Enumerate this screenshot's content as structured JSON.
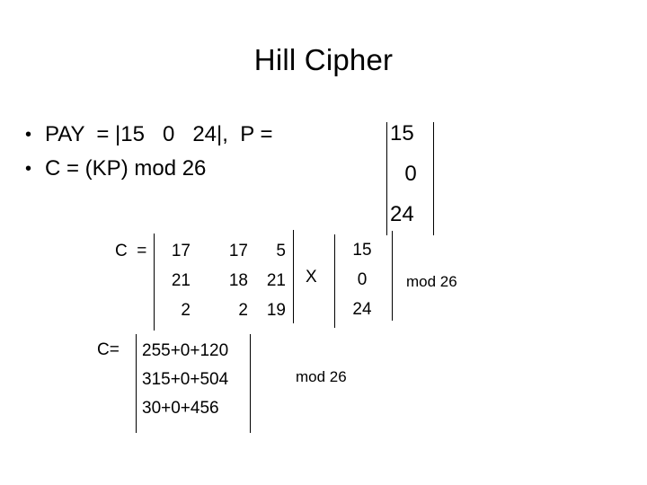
{
  "slide": {
    "title": "Hill Cipher",
    "background_color": "#ffffff",
    "text_color": "#000000"
  },
  "bullets": [
    {
      "marker": "•",
      "text": "PAY  = |15   0   24|,  P = "
    },
    {
      "marker": "•",
      "text": "C = (KP) mod 26"
    }
  ],
  "plaintext_vector": {
    "label": "P",
    "inline_notation": "|15   0   24|",
    "values": [
      "15",
      "0",
      "24"
    ]
  },
  "equation_1": {
    "result_label": "C  =",
    "key_matrix": {
      "rows": [
        [
          "17",
          "17",
          "5"
        ],
        [
          "21",
          "18",
          "21"
        ],
        [
          "2",
          "2",
          "19"
        ]
      ]
    },
    "multiply_symbol": "X",
    "plain_vector": [
      "15",
      "0",
      "24"
    ],
    "modulus_text": "mod 26"
  },
  "equation_2": {
    "result_label": "C=",
    "rows": [
      "255+0+120",
      "315+0+504",
      "30+0+456"
    ],
    "modulus_text": "mod 26"
  }
}
